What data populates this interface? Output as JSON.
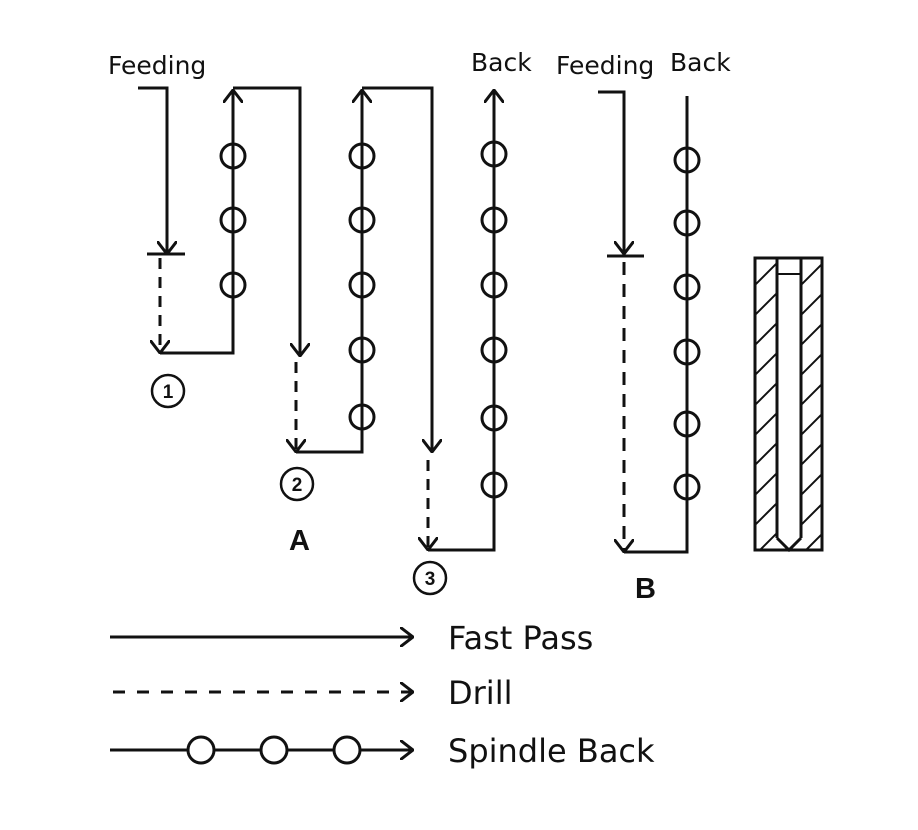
{
  "labels": {
    "feeding_a": "Feeding",
    "back_a": "Back",
    "feeding_b": "Feeding",
    "back_b": "Back",
    "diagram_a": "A",
    "diagram_b": "B",
    "step_1": "1",
    "step_2": "2",
    "step_3": "3"
  },
  "legend": {
    "fast_pass": "Fast Pass",
    "drill": "Drill",
    "spindle_back": "Spindle Back"
  },
  "colors": {
    "ink": "#111111",
    "background": "#ffffff"
  }
}
